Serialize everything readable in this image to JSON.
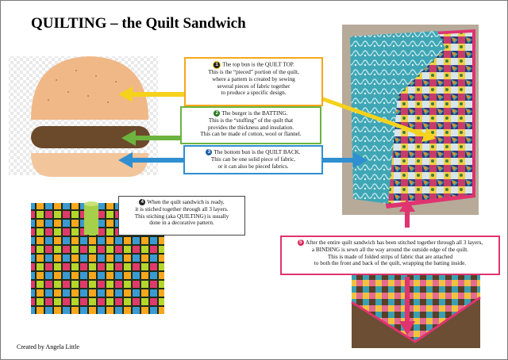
{
  "title": "QUILTING – the Quilt Sandwich",
  "credit": "Created by Angela Little",
  "box1": {
    "number": "1",
    "lines": [
      "The top bun is the QUILT TOP.",
      "This is the “pieced” portion of the quilt,",
      "where a pattern is created by sewing",
      "several pieces of fabric together",
      "to produce a specific design."
    ]
  },
  "box2": {
    "number": "2",
    "lines": [
      "The burger is the BATTING.",
      "This is the “stuffing” of the quilt that",
      "provides the thickness and insulation.",
      "This can be made of cotton, wool or flannel."
    ]
  },
  "box3": {
    "number": "3",
    "lines": [
      "The bottom bun is the QUILT BACK.",
      "This can be one solid piece of fabric,",
      "or it can also be pieced fabrics."
    ]
  },
  "box4": {
    "number": "4",
    "lines": [
      "When the quilt sandwich is ready,",
      "it is stiched together through all 3 layers.",
      "This stiching (aka QUILTING) is usually",
      "done in a decorative pattern."
    ]
  },
  "box5": {
    "number": "5",
    "lines": [
      "After the entire quilt sandwich has been stitched together through all 3 layers,",
      "a BINDING is sewn all the way around the outside edge of the quilt.",
      "This is made of folded strips of fabric that are attached",
      "to both the front and back of the quilt, wrapping the batting inside."
    ]
  },
  "colors": {
    "orange": "#f5a81c",
    "green": "#6cb33f",
    "blue": "#2f8fd0",
    "pink": "#e0336f",
    "bun": "#f0b887",
    "patty": "#6b4a2b",
    "bottom_bun": "#f3c59b"
  }
}
